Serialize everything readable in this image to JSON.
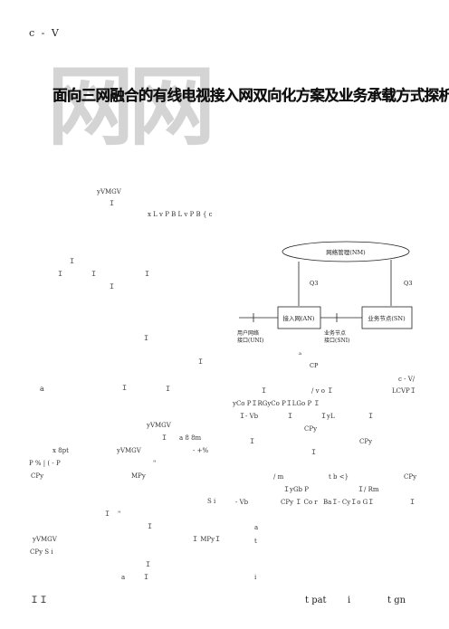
{
  "header": {
    "page_label": "c - V"
  },
  "banner": {
    "watermark": "网网",
    "title": "面向三网融合的有线电视接入网双向化方案及业务承载方式探析"
  },
  "left_column": [
    {
      "text": "yVMGV"
    },
    {
      "text": "Ｉ"
    },
    {
      "text": "x L v P    B L v P    B { c"
    },
    {
      "text": "Ｉ"
    },
    {
      "text": "Ｉ"
    },
    {
      "text": "Ｉ"
    },
    {
      "text": "Ｉ"
    },
    {
      "text": "Ｉ"
    },
    {
      "text": "Ｉ"
    },
    {
      "text": "Ｉ"
    },
    {
      "text": "Ｉ"
    },
    {
      "text": "a"
    },
    {
      "text": "Ｉ"
    },
    {
      "text": "yVMGV"
    },
    {
      "text": "Ｉ"
    },
    {
      "text": "a 8 8m"
    },
    {
      "text": "x 8pt"
    },
    {
      "text": "yVMGV"
    },
    {
      "text": "- +%"
    },
    {
      "text": "P %  | ( - P"
    },
    {
      "text": "\""
    },
    {
      "text": "CPy"
    },
    {
      "text": "MPy"
    },
    {
      "text": "S i"
    },
    {
      "text": "Ｉ"
    },
    {
      "text": "\""
    },
    {
      "text": "Ｉ"
    },
    {
      "text": "yVMGV"
    },
    {
      "text": "Ｉ MPyＩ"
    },
    {
      "text": "CPy    S i"
    },
    {
      "text": "Ｉ"
    },
    {
      "text": "a"
    },
    {
      "text": "Ｉ"
    }
  ],
  "diagram": {
    "nodes": {
      "nm": "网络管理(NM)",
      "an": "接入网(AN)",
      "sn": "业务节点(SN)"
    },
    "links": {
      "q3_left": "Q3",
      "q3_right": "Q3"
    },
    "interfaces": {
      "uni_line1": "用户网络",
      "uni_line2": "接口(UNI)",
      "sni_line1": "业务节点",
      "sni_line2": "接口(SNI)"
    },
    "caption": "CP",
    "caption_mark": "a"
  },
  "right_column": [
    {
      "text": "c - V/"
    },
    {
      "text": "Ｉ"
    },
    {
      "text": "/ v o  Ｉ"
    },
    {
      "text": "LCVPＩ"
    },
    {
      "text": "yCo PＩRGyCo PＩLGo P    Ｉ"
    },
    {
      "text": "Ｉ- Vb"
    },
    {
      "text": "Ｉ"
    },
    {
      "text": "ＩyL"
    },
    {
      "text": "Ｉ"
    },
    {
      "text": "CPy"
    },
    {
      "text": "Ｉ"
    },
    {
      "text": "CPy"
    },
    {
      "text": "Ｉ"
    },
    {
      "text": "/ m"
    },
    {
      "text": "t b <}"
    },
    {
      "text": "CPy"
    },
    {
      "text": "ＩyGb P"
    },
    {
      "text": "Ｉ/ Rm"
    },
    {
      "text": "- Vb"
    },
    {
      "text": "CPy Ｉ Co r"
    },
    {
      "text": "BaＩ- CyＩo GＩ"
    },
    {
      "text": "Ｉ"
    },
    {
      "text": "a"
    },
    {
      "text": "t"
    },
    {
      "text": "i"
    }
  ],
  "footer": {
    "left": "ＩＩ",
    "right_1": "t pat",
    "right_2": "i",
    "right_3": "t gn"
  }
}
